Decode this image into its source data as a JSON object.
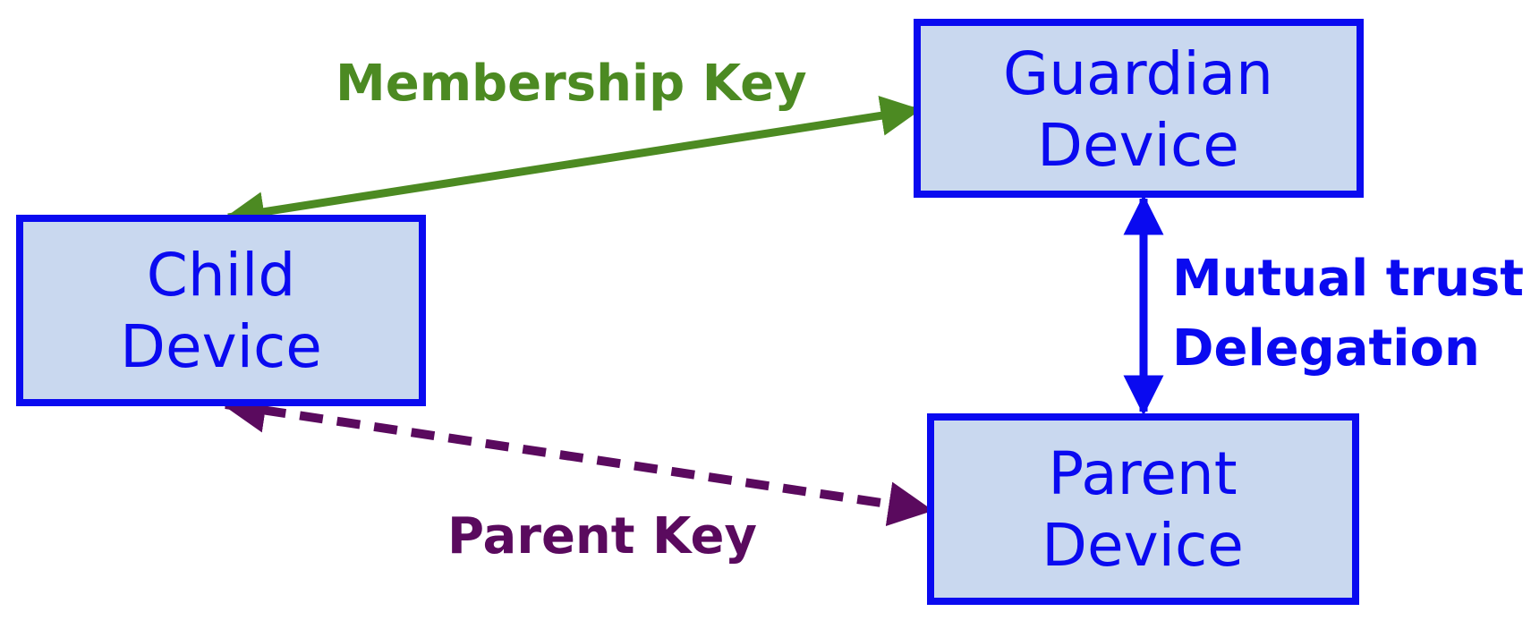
{
  "colors": {
    "node_fill": "#c9d8ef",
    "node_border": "#0a0af0",
    "node_text": "#0a0af0",
    "membership": "#4c8a22",
    "parent": "#5a0a5e",
    "trust": "#0a0af0"
  },
  "nodes": {
    "child": {
      "line1": "Child",
      "line2": "Device"
    },
    "guardian": {
      "line1": "Guardian",
      "line2": "Device"
    },
    "parent": {
      "line1": "Parent",
      "line2": "Device"
    }
  },
  "edges": {
    "membership": {
      "label": "Membership Key",
      "style": "solid",
      "direction": "bidirectional"
    },
    "parent": {
      "label": "Parent Key",
      "style": "dashed",
      "direction": "bidirectional"
    },
    "trust": {
      "line1": "Mutual trust",
      "line2": "Delegation",
      "style": "solid",
      "direction": "bidirectional"
    }
  }
}
